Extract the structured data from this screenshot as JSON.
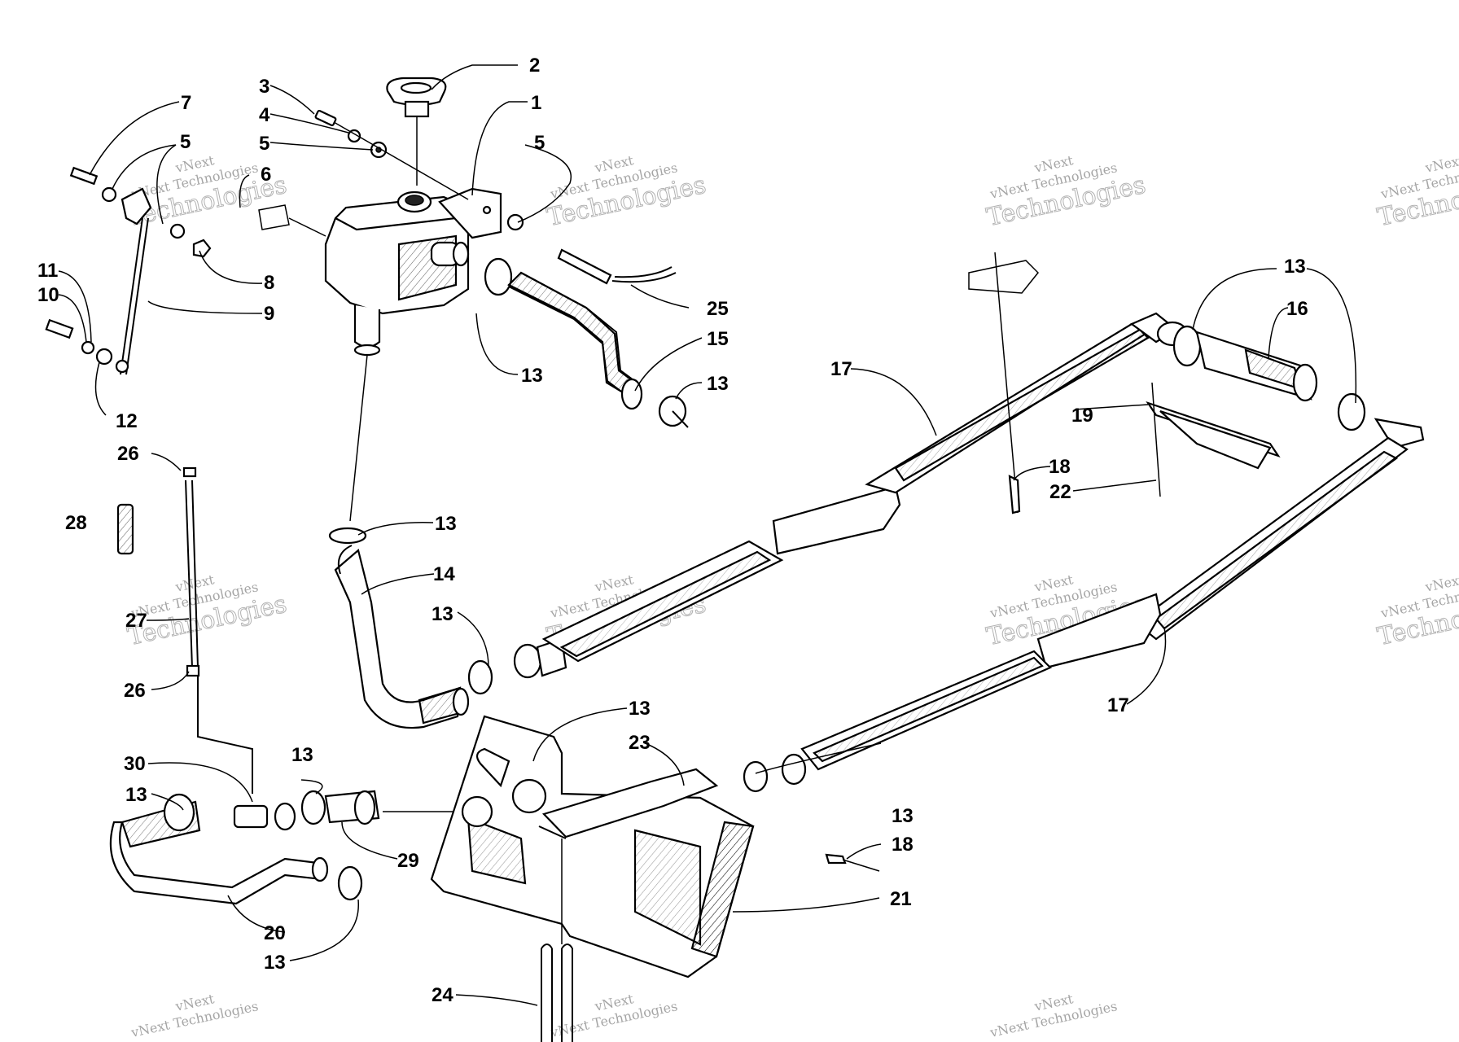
{
  "watermark": {
    "line1": "vNext",
    "line2": "vNext Technologies",
    "line3": "Technologies"
  },
  "callouts": [
    {
      "id": "c1",
      "text": "2"
    },
    {
      "id": "c2",
      "text": "1"
    },
    {
      "id": "c3",
      "text": "3"
    },
    {
      "id": "c4",
      "text": "4"
    },
    {
      "id": "c5",
      "text": "5"
    },
    {
      "id": "c6",
      "text": "7"
    },
    {
      "id": "c7",
      "text": "5"
    },
    {
      "id": "c8",
      "text": "6"
    },
    {
      "id": "c9",
      "text": "5"
    },
    {
      "id": "c10",
      "text": "8"
    },
    {
      "id": "c11",
      "text": "9"
    },
    {
      "id": "c12",
      "text": "11"
    },
    {
      "id": "c13",
      "text": "10"
    },
    {
      "id": "c14",
      "text": "12"
    },
    {
      "id": "c15",
      "text": "25"
    },
    {
      "id": "c16",
      "text": "15"
    },
    {
      "id": "c17",
      "text": "13"
    },
    {
      "id": "c18",
      "text": "13"
    },
    {
      "id": "c19",
      "text": "13"
    },
    {
      "id": "c20",
      "text": "16"
    },
    {
      "id": "c21",
      "text": "17"
    },
    {
      "id": "c22",
      "text": "19"
    },
    {
      "id": "c23",
      "text": "18"
    },
    {
      "id": "c24",
      "text": "22"
    },
    {
      "id": "c25",
      "text": "26"
    },
    {
      "id": "c26",
      "text": "28"
    },
    {
      "id": "c27",
      "text": "13"
    },
    {
      "id": "c28",
      "text": "14"
    },
    {
      "id": "c29",
      "text": "13"
    },
    {
      "id": "c30",
      "text": "27"
    },
    {
      "id": "c31",
      "text": "26"
    },
    {
      "id": "c32",
      "text": "17"
    },
    {
      "id": "c33",
      "text": "13"
    },
    {
      "id": "c34",
      "text": "23"
    },
    {
      "id": "c35",
      "text": "13"
    },
    {
      "id": "c36",
      "text": "30"
    },
    {
      "id": "c37",
      "text": "13"
    },
    {
      "id": "c38",
      "text": "29"
    },
    {
      "id": "c39",
      "text": "13"
    },
    {
      "id": "c40",
      "text": "18"
    },
    {
      "id": "c41",
      "text": "21"
    },
    {
      "id": "c42",
      "text": "20"
    },
    {
      "id": "c43",
      "text": "13"
    },
    {
      "id": "c44",
      "text": "24"
    },
    {
      "id": "c45",
      "text": "13"
    }
  ]
}
